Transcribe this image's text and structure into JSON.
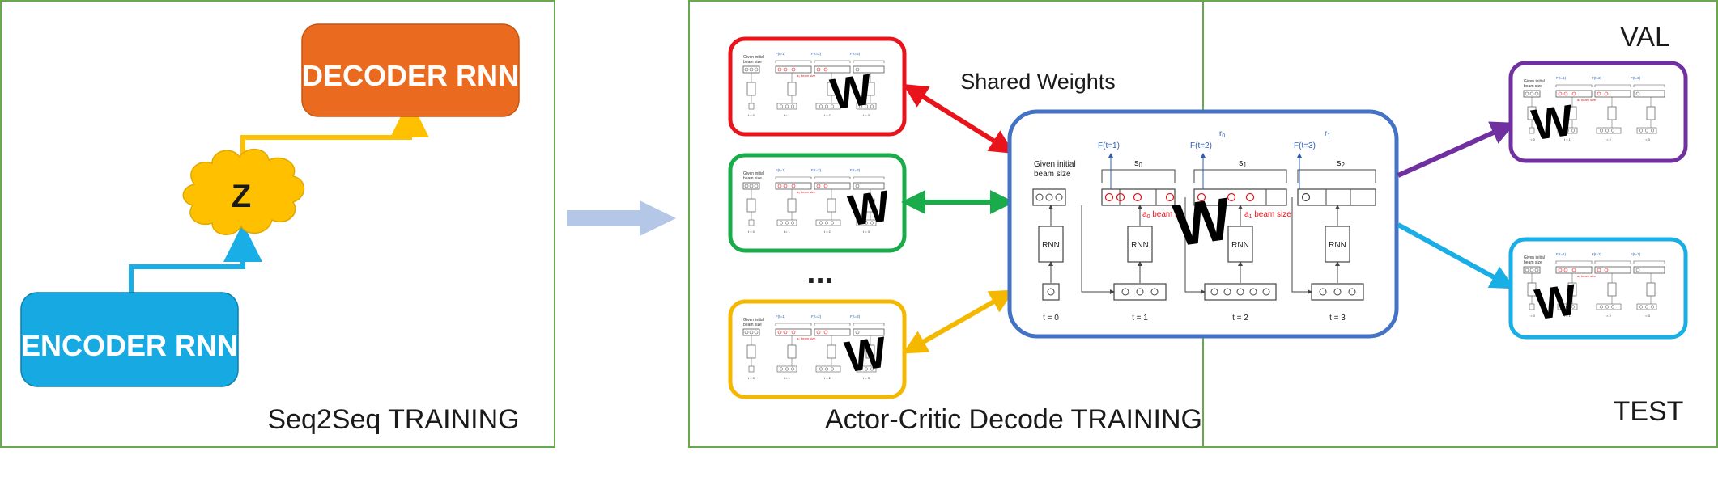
{
  "left_panel": {
    "encoder_label": "ENCODER RNN",
    "decoder_label": "DECODER RNN",
    "latent_label": "Z",
    "caption": "Seq2Seq TRAINING"
  },
  "middle_panel": {
    "shared_weights_label": "Shared Weights",
    "ellipsis": "...",
    "caption": "Actor-Critic Decode TRAINING",
    "weight_label": "W"
  },
  "large_diagram": {
    "given_line1": "Given initial",
    "given_line2": "beam size",
    "f_t1": "F(t=1)",
    "f_t2": "F(t=2)",
    "f_t3": "F(t=3)",
    "r0": "r",
    "r0_sub": "0",
    "r1": "r",
    "r1_sub": "1",
    "s0": "s",
    "s0_sub": "0",
    "s1": "s",
    "s1_sub": "1",
    "s2": "s",
    "s2_sub": "2",
    "a0_label": "a",
    "a0_sub": "0",
    "a0_suffix": " beam si",
    "a1_label": "a",
    "a1_sub": "1",
    "a1_suffix": " beam size",
    "rnn": "RNN",
    "t0": "t = 0",
    "t1": "t = 1",
    "t2": "t = 2",
    "t3": "t = 3",
    "weight_label": "W"
  },
  "right_panel": {
    "val_label": "VAL",
    "test_label": "TEST"
  },
  "colors": {
    "panel_border": "#6aa84f",
    "encoder": "#17a9e1",
    "decoder": "#ea6a1f",
    "latent": "#ffc000",
    "red": "#e8131b",
    "green": "#1aab4a",
    "yellow": "#f5b800",
    "blue_frame": "#4472c4",
    "purple": "#7030a0",
    "cyan": "#19aee5",
    "flow_arrow": "#b4c7e7"
  }
}
